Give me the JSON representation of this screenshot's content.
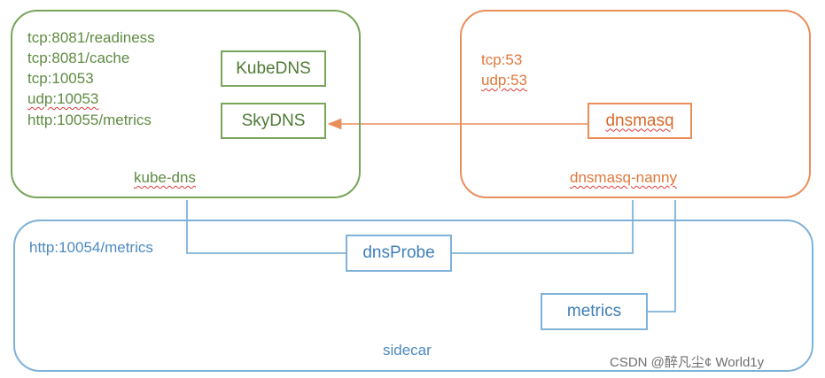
{
  "kube_dns": {
    "label": "kube-dns",
    "ports": [
      "tcp:8081/readiness",
      "tcp:8081/cache",
      "tcp:10053",
      "udp:10053",
      "http:10055/metrics"
    ],
    "kubedns": "KubeDNS",
    "skydns": "SkyDNS"
  },
  "dnsmasq_nanny": {
    "label": "dnsmasq-nanny",
    "ports": [
      "tcp:53",
      "udp:53"
    ],
    "dnsmasq": "dnsmasq"
  },
  "sidecar": {
    "label": "sidecar",
    "metrics_port": "http:10054/metrics",
    "dnsprobe": "dnsProbe",
    "metrics": "metrics"
  },
  "watermark": "CSDN @醉凡尘¢ World1y",
  "colors": {
    "kube_dns": "#77a55a",
    "dnsmasq_nanny": "#e98e5a",
    "sidecar": "#7fb2d9"
  }
}
